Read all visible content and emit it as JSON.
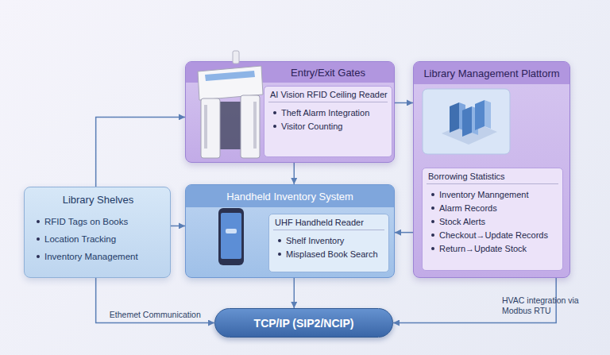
{
  "diagram": {
    "nodes": [
      {
        "text": [
          "Entry/Exit Gates"
        ]
      },
      {
        "text": [
          "AI Vision RFID Ceiling Reader",
          "Theft Alarm Integration",
          "Visitor Counting"
        ],
        "in": 0
      },
      {
        "text": [
          "Library Management Plattorm"
        ]
      },
      {
        "text": [
          "Borrowing Statistics",
          "Inventory Manngement",
          "Alarm Records",
          "Stock Alerts",
          "Checkout→Update Records",
          "Return→Update Stock"
        ],
        "in": 2
      },
      {
        "text": [
          "Library Shelves",
          "RFID Tags on Books",
          "Location Tracking",
          "Inventory Management"
        ]
      },
      {
        "text": [
          "Handheld Inventory System"
        ]
      },
      {
        "text": [
          "UHF Handheld Reader",
          "Shelf Inventory",
          "Misplased Book Search"
        ],
        "in": 5
      },
      {
        "text": [
          "TCP/IP (SIP2/NCIP)"
        ]
      }
    ],
    "edges": [
      {
        "from": 4,
        "to": 0,
        "arrow": "to"
      },
      {
        "from": 0,
        "to": 5,
        "arrow": "to"
      },
      {
        "from": 0,
        "to": 2,
        "arrow": "to"
      },
      {
        "from": 2,
        "to": 5,
        "arrow": "to"
      },
      {
        "from": 4,
        "to": 5,
        "arrow": "to"
      },
      {
        "from": 4,
        "to": 7,
        "label": "Ethemet Communication",
        "arrow": "to"
      },
      {
        "from": 5,
        "to": 7,
        "arrow": "to"
      },
      {
        "from": 2,
        "to": 7,
        "arrow": "to"
      }
    ],
    "labels": [
      "HVAC integration via Modbus RTU"
    ]
  }
}
